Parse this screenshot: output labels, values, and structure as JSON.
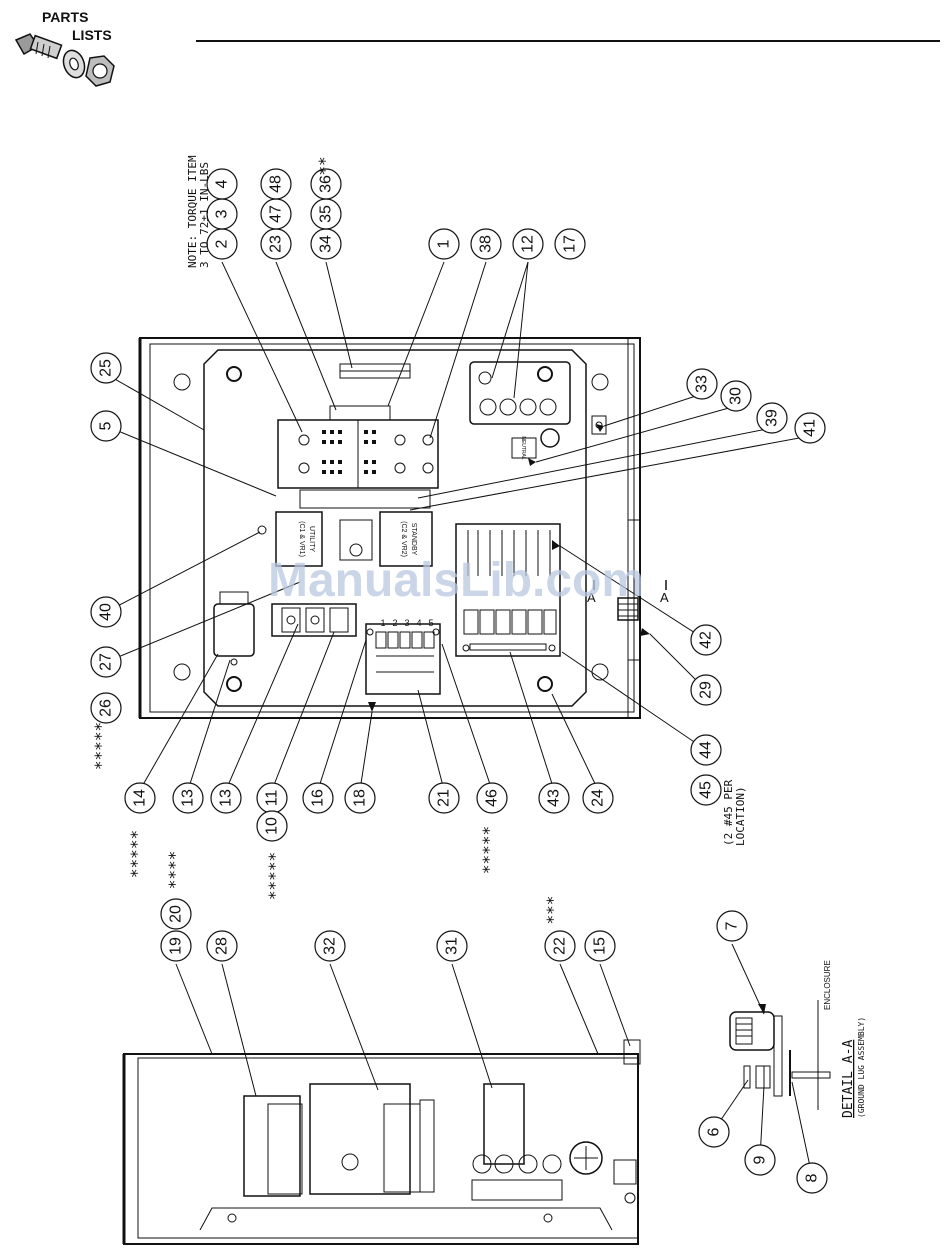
{
  "header": {
    "logo_line1": "PARTS",
    "logo_line2": "LISTS"
  },
  "notes": {
    "torque_line1": "NOTE: TORQUE ITEM",
    "torque_line2": "3 TO 72±1 IN-LBS",
    "per_location_line1": "(2 #45 PER",
    "per_location_line2": "LOCATION)",
    "detail_title": "DETAIL A-A",
    "detail_sub": "(GROUND LUG ASSEMBLY)",
    "enclosure_label": "ENCLOSURE",
    "section_marker": "A"
  },
  "panel_labels": {
    "utility_line1": "UTILITY",
    "utility_line2": "(C1 & VR1)",
    "standby_line1": "STANDBY",
    "standby_line2": "(C2 & VR2)",
    "neutral": "NEUTRAL",
    "terminal_numbers": [
      "1",
      "2",
      "3",
      "4",
      "5"
    ]
  },
  "watermark": "ManualsLib.com",
  "callouts_top": [
    {
      "id": "c2",
      "num": "2"
    },
    {
      "id": "c3",
      "num": "3"
    },
    {
      "id": "c4",
      "num": "4"
    },
    {
      "id": "c23",
      "num": "23"
    },
    {
      "id": "c47",
      "num": "47"
    },
    {
      "id": "c48",
      "num": "48"
    },
    {
      "id": "c34",
      "num": "34"
    },
    {
      "id": "c35",
      "num": "35"
    },
    {
      "id": "c36",
      "num": "36"
    },
    {
      "id": "c1",
      "num": "1"
    },
    {
      "id": "c38",
      "num": "38"
    },
    {
      "id": "c12",
      "num": "12"
    },
    {
      "id": "c17",
      "num": "17"
    }
  ],
  "callouts_left": [
    {
      "id": "c25",
      "num": "25"
    },
    {
      "id": "c5",
      "num": "5"
    },
    {
      "id": "c40",
      "num": "40"
    },
    {
      "id": "c27",
      "num": "27"
    },
    {
      "id": "c26",
      "num": "26"
    }
  ],
  "callouts_right": [
    {
      "id": "c33",
      "num": "33"
    },
    {
      "id": "c30",
      "num": "30"
    },
    {
      "id": "c39",
      "num": "39"
    },
    {
      "id": "c41",
      "num": "41"
    },
    {
      "id": "c42",
      "num": "42"
    },
    {
      "id": "c29",
      "num": "29"
    },
    {
      "id": "c44",
      "num": "44"
    },
    {
      "id": "c45",
      "num": "45"
    }
  ],
  "callouts_bottom": [
    {
      "id": "c14",
      "num": "14"
    },
    {
      "id": "c13a",
      "num": "13"
    },
    {
      "id": "c13b",
      "num": "13"
    },
    {
      "id": "c11",
      "num": "11"
    },
    {
      "id": "c10",
      "num": "10"
    },
    {
      "id": "c16",
      "num": "16"
    },
    {
      "id": "c18",
      "num": "18"
    },
    {
      "id": "c21",
      "num": "21"
    },
    {
      "id": "c46",
      "num": "46"
    },
    {
      "id": "c43",
      "num": "43"
    },
    {
      "id": "c24",
      "num": "24"
    }
  ],
  "callouts_side_view": [
    {
      "id": "c19",
      "num": "19"
    },
    {
      "id": "c20",
      "num": "20"
    },
    {
      "id": "c28",
      "num": "28"
    },
    {
      "id": "c32",
      "num": "32"
    },
    {
      "id": "c31",
      "num": "31"
    },
    {
      "id": "c22",
      "num": "22"
    },
    {
      "id": "c15",
      "num": "15"
    }
  ],
  "callouts_detail": [
    {
      "id": "c7",
      "num": "7"
    },
    {
      "id": "c6",
      "num": "6"
    },
    {
      "id": "c9",
      "num": "9"
    },
    {
      "id": "c8",
      "num": "8"
    }
  ],
  "asterisks": {
    "a36": "**",
    "a26": "*****",
    "a14": "*****",
    "a20": "****",
    "a10": "*****",
    "a46": "*****",
    "a22": "***"
  }
}
